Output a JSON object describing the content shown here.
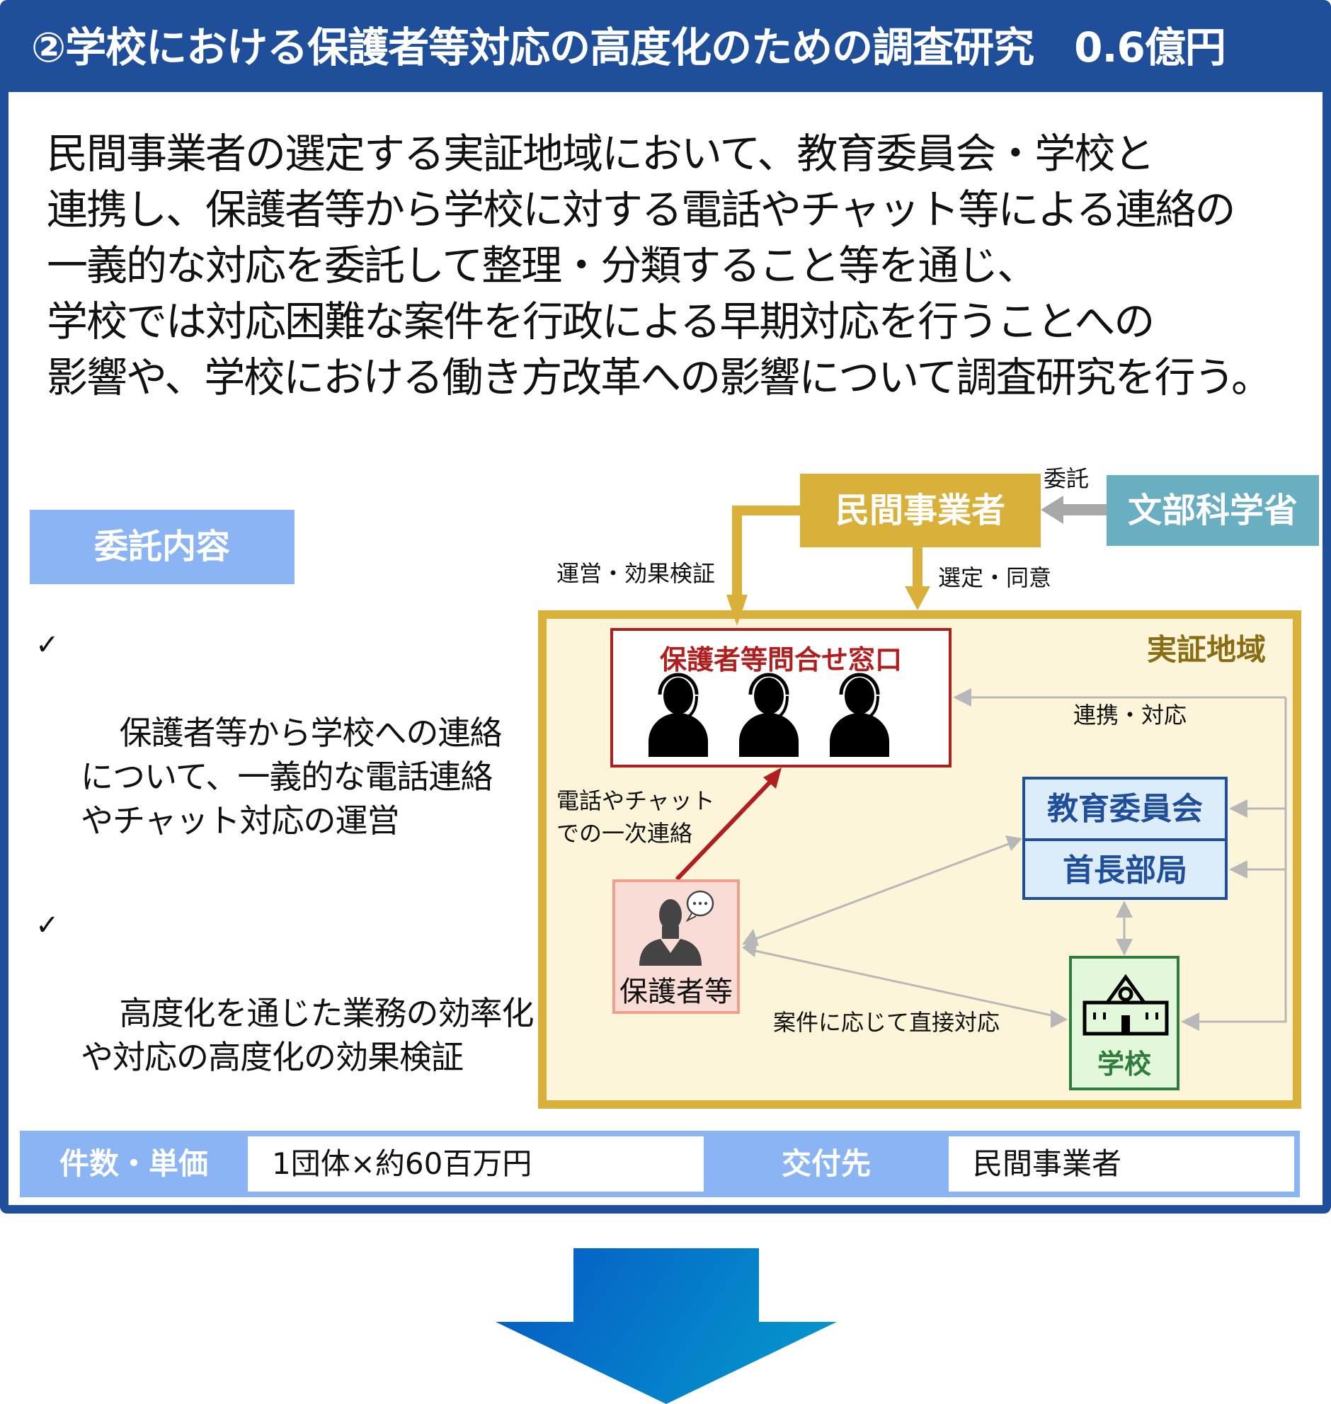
{
  "title": "②学校における保護者等対応の高度化のための調査研究　0.6億円",
  "lead_text": "民間事業者の選定する実証地域において、教育委員会・学校と\n連携し、保護者等から学校に対する電話やチャット等による連絡の\n一義的な対応を委託して整理・分類すること等を通じ、\n学校では対応困難な案件を行政による早期対応を行うことへの\n影響や、学校における働き方改革への影響について調査研究を行う。",
  "commission": {
    "tag": "委託内容",
    "items": [
      {
        "check": "✓",
        "text": "保護者等から学校への連絡\nについて、一義的な電話連絡\nやチャット対応の運営"
      },
      {
        "check": "✓",
        "text": "高度化を通じた業務の効率化\nや対応の高度化の効果検証"
      }
    ]
  },
  "diagram": {
    "private_operator": "民間事業者",
    "mext": "文部科学省",
    "commission_label": "委託",
    "operation_label": "運営・効果検証",
    "selection_label": "選定・同意",
    "region_label": "実証地域",
    "contact_window": "保護者等問合せ窓口",
    "cooperation_label": "連携・対応",
    "first_contact_label": "電話やチャット\nでの一次連絡",
    "guardians": "保護者等",
    "board_of_education": "教育委員会",
    "mayor_department": "首長部局",
    "school": "学校",
    "direct_response_label": "案件に応じて直接対応"
  },
  "footer": {
    "count_price_label": "件数・単価",
    "count_price_value": "1団体×約60百万円",
    "recipient_label": "交付先",
    "recipient_value": "民間事業者"
  },
  "colors": {
    "header_blue": "#1f4e9a",
    "tag_blue": "#8ab4f3",
    "gold": "#d8b03a",
    "teal": "#6aafc1",
    "red": "#b01e1e",
    "green": "#2e7d3c",
    "arrow_blue": "#0a6cc8"
  }
}
